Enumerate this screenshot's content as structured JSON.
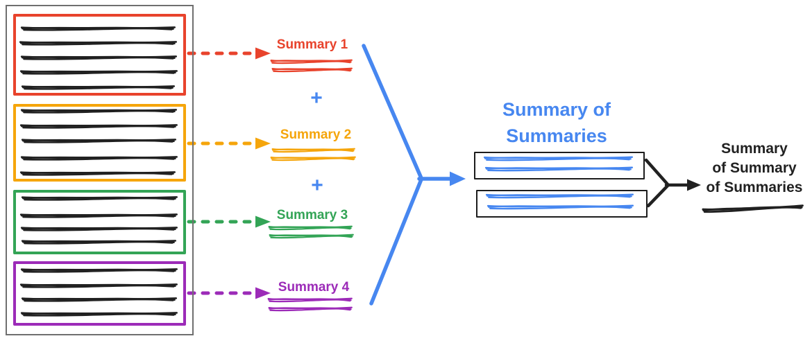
{
  "palette": {
    "red": "#e8432c",
    "orange": "#f5a50b",
    "green": "#33a456",
    "purple": "#9c2bb8",
    "blue": "#4787f0",
    "ink": "#212121",
    "frame": "#1c1c1c",
    "panel": "#6f6f6f"
  },
  "left_panel": {
    "description": "stack of source documents",
    "groups": [
      {
        "label_ref": "summary_1",
        "color": "red",
        "text_lines": 5
      },
      {
        "label_ref": "summary_2",
        "color": "orange",
        "text_lines": 5
      },
      {
        "label_ref": "summary_3",
        "color": "green",
        "text_lines": 4
      },
      {
        "label_ref": "summary_4",
        "color": "purple",
        "text_lines": 4
      }
    ]
  },
  "stage2": {
    "boxes": [
      {
        "text_lines": 2
      },
      {
        "text_lines": 2
      }
    ]
  },
  "labels": {
    "summary_1": "Summary 1",
    "summary_2": "Summary 2",
    "summary_3": "Summary 3",
    "summary_4": "Summary 4",
    "plus": "+",
    "stage2_title": "Summary of\nSummaries",
    "stage3_title": "Summary\nof Summary\nof Summaries"
  }
}
